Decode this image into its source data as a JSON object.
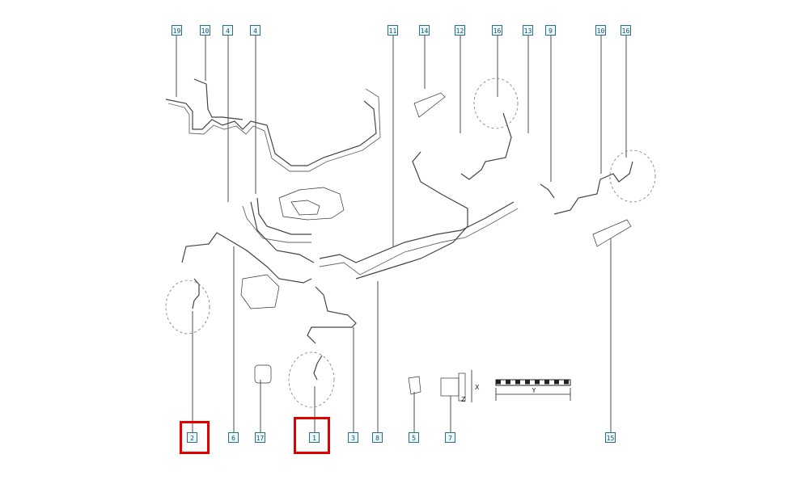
{
  "callouts": [
    {
      "id": "c19",
      "text": "19"
    },
    {
      "id": "c10a",
      "text": "10"
    },
    {
      "id": "c4a",
      "text": "4"
    },
    {
      "id": "c4b",
      "text": "4"
    },
    {
      "id": "c11",
      "text": "11"
    },
    {
      "id": "c14",
      "text": "14"
    },
    {
      "id": "c12",
      "text": "12"
    },
    {
      "id": "c16a",
      "text": "16"
    },
    {
      "id": "c13",
      "text": "13"
    },
    {
      "id": "c9",
      "text": "9"
    },
    {
      "id": "c10b",
      "text": "10"
    },
    {
      "id": "c16b",
      "text": "16"
    },
    {
      "id": "c2",
      "text": "2"
    },
    {
      "id": "c6",
      "text": "6"
    },
    {
      "id": "c17",
      "text": "17"
    },
    {
      "id": "c1",
      "text": "1"
    },
    {
      "id": "c3",
      "text": "3"
    },
    {
      "id": "c8",
      "text": "8"
    },
    {
      "id": "c5",
      "text": "5"
    },
    {
      "id": "c7",
      "text": "7"
    },
    {
      "id": "c15",
      "text": "15"
    }
  ],
  "dimension_labels": {
    "x": "X",
    "y": "Y",
    "z": "Z"
  },
  "highlighted_callouts": [
    "2",
    "1"
  ],
  "colors": {
    "highlight": "#e00000",
    "callout_border": "#2b6f86",
    "callout_fill": "#eaf7fb",
    "line": "#444444"
  }
}
